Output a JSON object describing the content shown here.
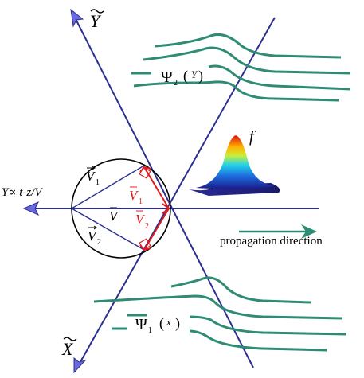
{
  "labels": {
    "y_tilde_axis": "Y",
    "x_tilde_axis": "X",
    "y_prop": "Y∝ t-z/V",
    "v1_black": "V",
    "v1_black_sub": "1",
    "v_black": "V",
    "v2_black": "V",
    "v2_black_sub": "2",
    "v1_red": "V",
    "v1_red_sub": "1",
    "v2_red": "V",
    "v2_red_sub": "2",
    "psi2": "Ψ",
    "psi2_sub": "2",
    "psi2_arg": "Y",
    "psi1": "Ψ",
    "psi1_sub": "1",
    "psi1_arg": "x",
    "f_label": "f",
    "propagation": "propagation direction"
  },
  "colors": {
    "axis_blue": "#2b2f8f",
    "wave_green": "#2e8b74",
    "vector_red": "#e01b1b",
    "circle_black": "#000000",
    "arrow_teal": "#2e8b74"
  }
}
